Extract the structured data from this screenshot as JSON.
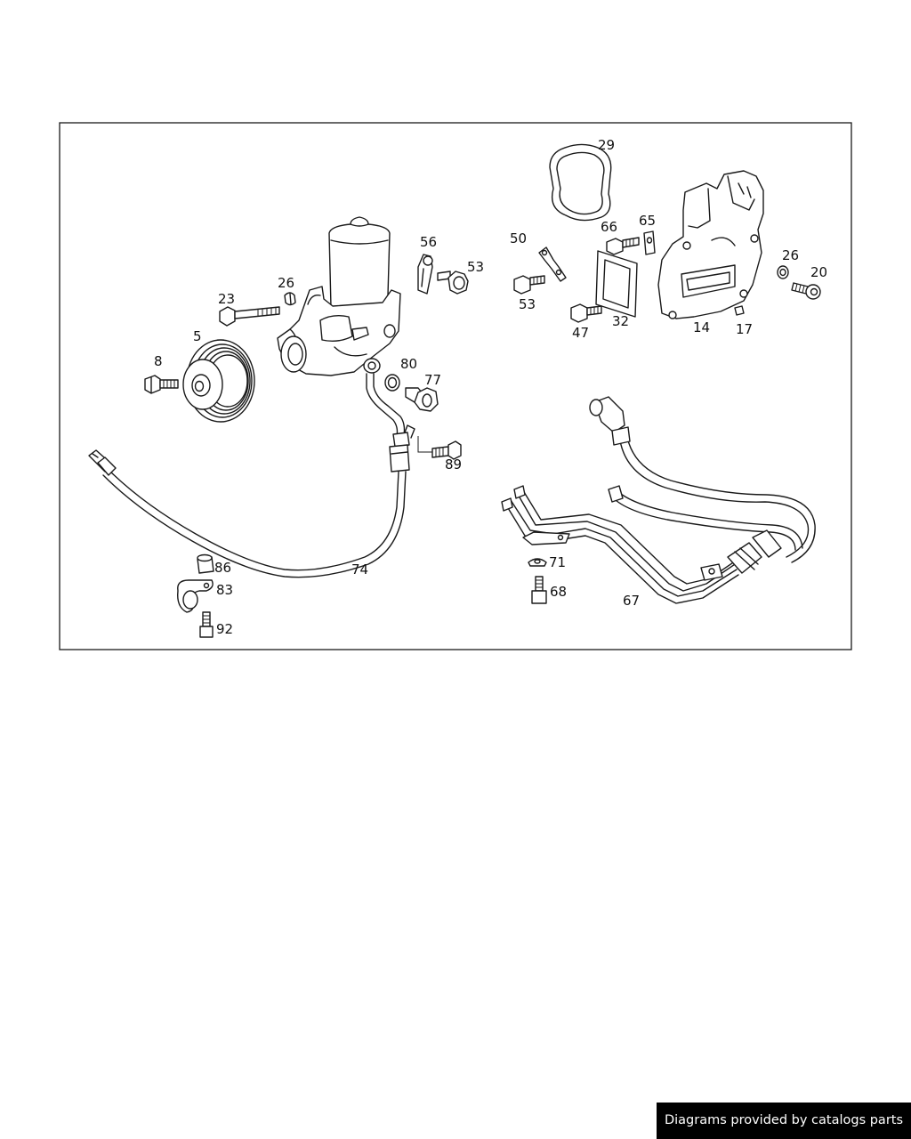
{
  "diagram": {
    "labels": {
      "p5": "5",
      "p8": "8",
      "p14": "14",
      "p17": "17",
      "p20": "20",
      "p23": "23",
      "p26a": "26",
      "p26b": "26",
      "p29": "29",
      "p32": "32",
      "p47": "47",
      "p50": "50",
      "p53a": "53",
      "p53b": "53",
      "p56": "56",
      "p65": "65",
      "p66": "66",
      "p67": "67",
      "p68": "68",
      "p71": "71",
      "p74": "74",
      "p77": "77",
      "p80": "80",
      "p83": "83",
      "p86": "86",
      "p89": "89",
      "p92": "92"
    }
  },
  "footer": {
    "credit": "Diagrams provided by catalogs parts"
  },
  "colors": {
    "line": "#1a1a1a",
    "background": "#ffffff",
    "credit_background": "#000000",
    "credit_text": "#ffffff"
  }
}
